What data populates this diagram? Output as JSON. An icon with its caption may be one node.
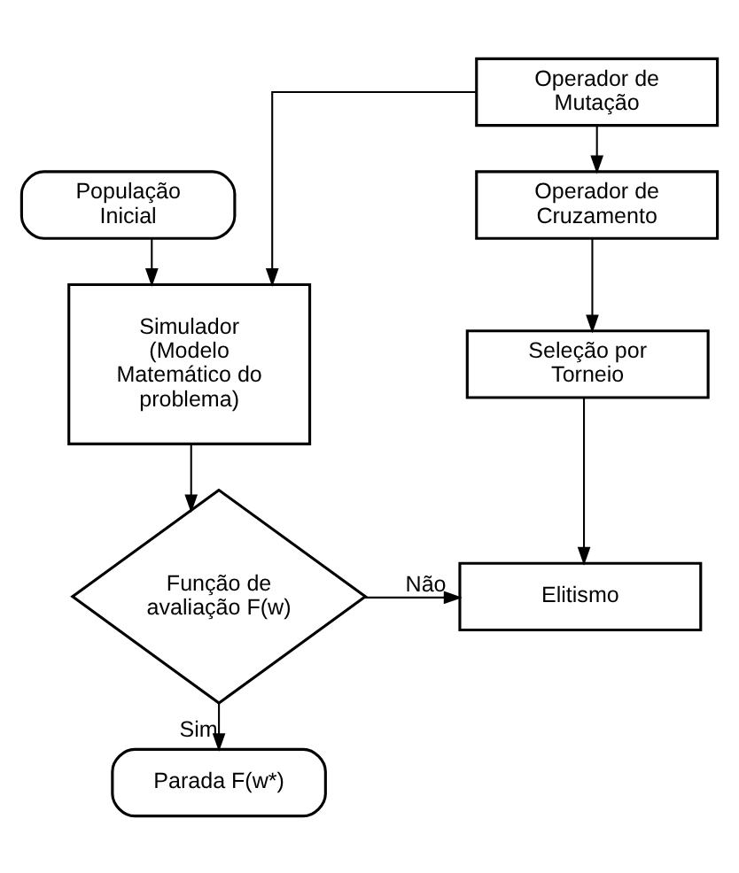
{
  "diagram": {
    "nodes": [
      {
        "text": [
          "População Inicial"
        ]
      },
      {
        "text": [
          "Operador de Mutação"
        ]
      },
      {
        "text": [
          "Simulador (Modelo Matemático do problema)"
        ]
      },
      {
        "text": [
          "Operador de Cruzamento"
        ]
      },
      {
        "text": [
          "Seleção por Torneio"
        ]
      },
      {
        "text": [
          "Função de avaliação F(w)"
        ]
      },
      {
        "text": [
          "Elitismo"
        ]
      },
      {
        "text": [
          "Parada F(w*)"
        ]
      }
    ],
    "edges": [
      {
        "from": 0,
        "to": 2,
        "arrow": "to"
      },
      {
        "from": 1,
        "to": 2,
        "arrow": "to"
      },
      {
        "from": 1,
        "to": 3,
        "arrow": "to"
      },
      {
        "from": 3,
        "to": 4,
        "arrow": "to"
      },
      {
        "from": 4,
        "to": 6,
        "arrow": "to"
      },
      {
        "from": 2,
        "to": 5,
        "arrow": "to"
      },
      {
        "from": 5,
        "to": 6,
        "arrow": "to",
        "label": "Não"
      },
      {
        "from": 5,
        "to": 7,
        "arrow": "to",
        "label": "Sim"
      }
    ]
  }
}
